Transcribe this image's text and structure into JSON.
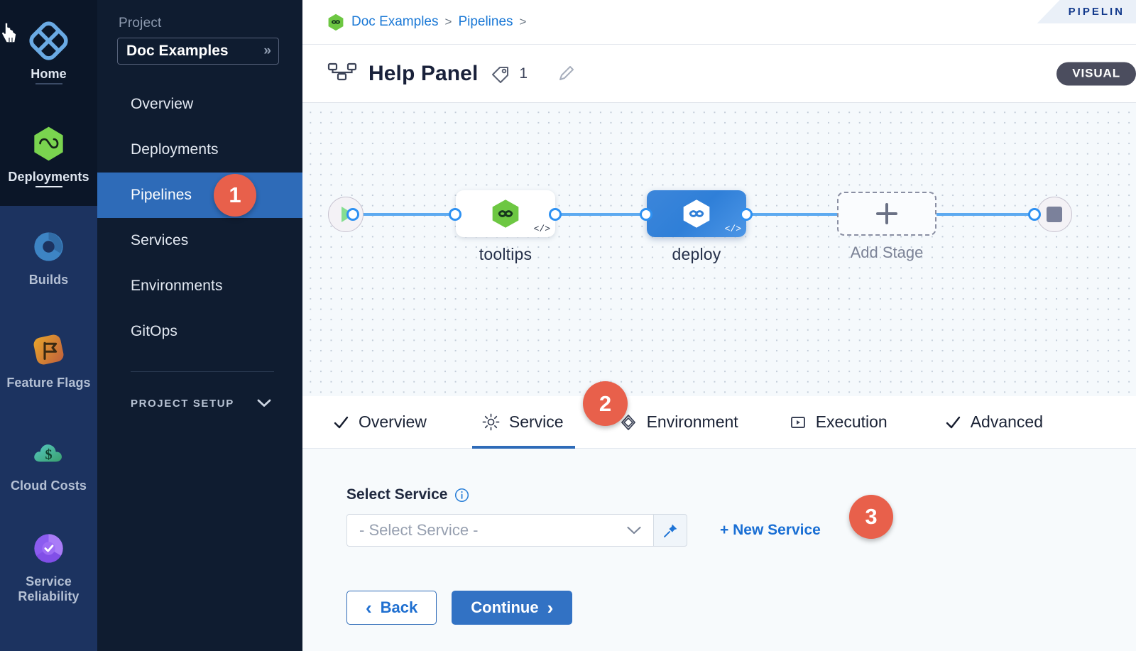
{
  "rail": {
    "items": [
      {
        "label": "Home",
        "icon": "home-diamond-icon",
        "active": true
      },
      {
        "label": "Deployments",
        "icon": "deployments-hexagon-icon",
        "active": true
      },
      {
        "label": "Builds",
        "icon": "builds-circle-icon",
        "active": false
      },
      {
        "label": "Feature Flags",
        "icon": "feature-flags-icon",
        "active": false
      },
      {
        "label": "Cloud Costs",
        "icon": "cloud-costs-icon",
        "active": false
      },
      {
        "label": "Service Reliability",
        "icon": "service-reliability-icon",
        "active": false
      }
    ]
  },
  "sidebar": {
    "project_label": "Project",
    "project_name": "Doc Examples",
    "project_chevron": "»",
    "items": [
      {
        "label": "Overview",
        "active": false
      },
      {
        "label": "Deployments",
        "active": false
      },
      {
        "label": "Pipelines",
        "active": true
      },
      {
        "label": "Services",
        "active": false
      },
      {
        "label": "Environments",
        "active": false
      },
      {
        "label": "GitOps",
        "active": false
      }
    ],
    "setup_label": "PROJECT SETUP"
  },
  "header": {
    "breadcrumb": [
      {
        "label": "Doc Examples",
        "sep": ">"
      },
      {
        "label": "Pipelines",
        "sep": ">"
      }
    ],
    "studio_tab": "PIPELIN",
    "title": "Help Panel",
    "tag_count": "1",
    "mode_pill": "VISUAL"
  },
  "canvas": {
    "start_node": "start-node",
    "end_node": "end-node",
    "stages": [
      {
        "label": "tooltips",
        "selected": false,
        "code_mark": "</>"
      },
      {
        "label": "deploy",
        "selected": true,
        "code_mark": "</>"
      }
    ],
    "add_stage_label": "Add Stage"
  },
  "tabs": [
    {
      "label": "Overview",
      "icon": "check-icon",
      "active": false
    },
    {
      "label": "Service",
      "icon": "gear-icon",
      "active": true
    },
    {
      "label": "Environment",
      "icon": "layers-diamond-icon",
      "active": false
    },
    {
      "label": "Execution",
      "icon": "play-box-icon",
      "active": false
    },
    {
      "label": "Advanced",
      "icon": "check-icon",
      "active": false
    }
  ],
  "form": {
    "select_service_label": "Select Service",
    "service_placeholder": "- Select Service -",
    "new_service_link": "+ New Service",
    "back_button": "Back",
    "back_chevron": "‹",
    "continue_button": "Continue",
    "continue_chevron": "›"
  },
  "callouts": [
    {
      "number": "1",
      "target": "sidebar-item-pipelines"
    },
    {
      "number": "2",
      "target": "tab-service"
    },
    {
      "number": "3",
      "target": "new-service-link"
    }
  ],
  "colors": {
    "accent_blue": "#2e6bb8",
    "link_blue": "#1a78d6",
    "badge_coral": "#e8604b",
    "rail_dark": "#0b1628",
    "rail_mid": "#1c3360",
    "sidebar_bg": "#0f1c30",
    "harness_green": "#6abf4b"
  }
}
